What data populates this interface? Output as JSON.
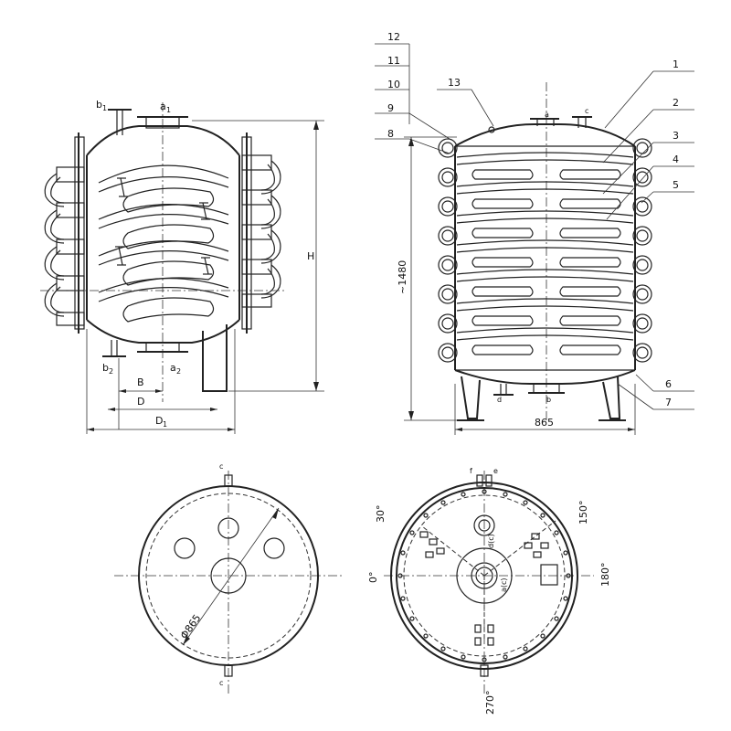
{
  "left_view": {
    "labels": {
      "b1": "b",
      "b1_sub": "1",
      "a1": "a",
      "a1_sub": "1",
      "H": "H",
      "b2": "b",
      "b2_sub": "2",
      "a2": "a",
      "a2_sub": "2",
      "B": "B",
      "D": "D",
      "D1": "D",
      "D1_sub": "1"
    }
  },
  "right_view": {
    "part_numbers": [
      "1",
      "2",
      "3",
      "4",
      "5",
      "6",
      "7",
      "8",
      "9",
      "10",
      "11",
      "12",
      "13"
    ],
    "height_label": "~1480",
    "width_label": "865",
    "nozzle_labels": {
      "a": "a",
      "c": "c",
      "d": "d",
      "b": "b"
    }
  },
  "bottom_left_view": {
    "nozzle_top": "c",
    "nozzle_bottom": "c",
    "diameter_label": "Φ865"
  },
  "bottom_right_view": {
    "angle_labels": {
      "deg0": "0°",
      "deg30": "30°",
      "deg150": "150°",
      "deg180": "180°",
      "deg270": "270°"
    },
    "top_nozzles": {
      "f": "f",
      "e": "e"
    },
    "inner_labels": {
      "dc": "d(c)",
      "ac": "a(c)"
    }
  }
}
